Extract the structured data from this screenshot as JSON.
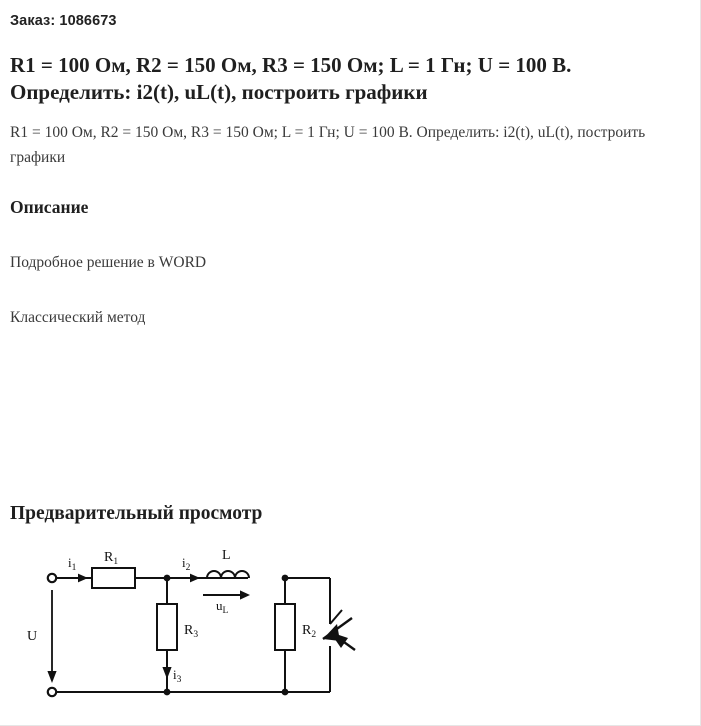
{
  "order": {
    "label": "Заказ: 1086673"
  },
  "title": "R1 = 100 Ом, R2 = 150 Ом, R3 = 150 Ом; L = 1 Гн; U = 100 В. Определить: i2(t), uL(t), построить графики",
  "lead": "R1 = 100 Ом, R2 = 150 Ом, R3 = 150 Ом; L = 1 Гн; U = 100 В. Определить: i2(t), uL(t), построить графики",
  "description": {
    "heading": "Описание",
    "paragraphs": [
      "Подробное решение в WORD",
      "Классический метод"
    ]
  },
  "preview": {
    "heading": "Предварительный просмотр",
    "diagram": {
      "type": "electrical-circuit-schematic",
      "labels": {
        "source": "U",
        "current_1": "i",
        "current_1_sub": "1",
        "current_2": "i",
        "current_2_sub": "2",
        "current_3": "i",
        "current_3_sub": "3",
        "resistor_1": "R",
        "resistor_1_sub": "1",
        "resistor_2": "R",
        "resistor_2_sub": "2",
        "resistor_3": "R",
        "resistor_3_sub": "3",
        "inductor": "L",
        "inductor_voltage": "u",
        "inductor_voltage_sub": "L"
      },
      "components": [
        "terminal-top",
        "terminal-bottom",
        "resistor-R1",
        "resistor-R3",
        "resistor-R2",
        "inductor-L",
        "switch"
      ]
    }
  },
  "colors": {
    "text": "#2a2a2a",
    "heading": "#1f1f1f",
    "body": "#3a3a3a",
    "line": "#111111",
    "border": "#e6e6e6",
    "background": "#ffffff"
  }
}
